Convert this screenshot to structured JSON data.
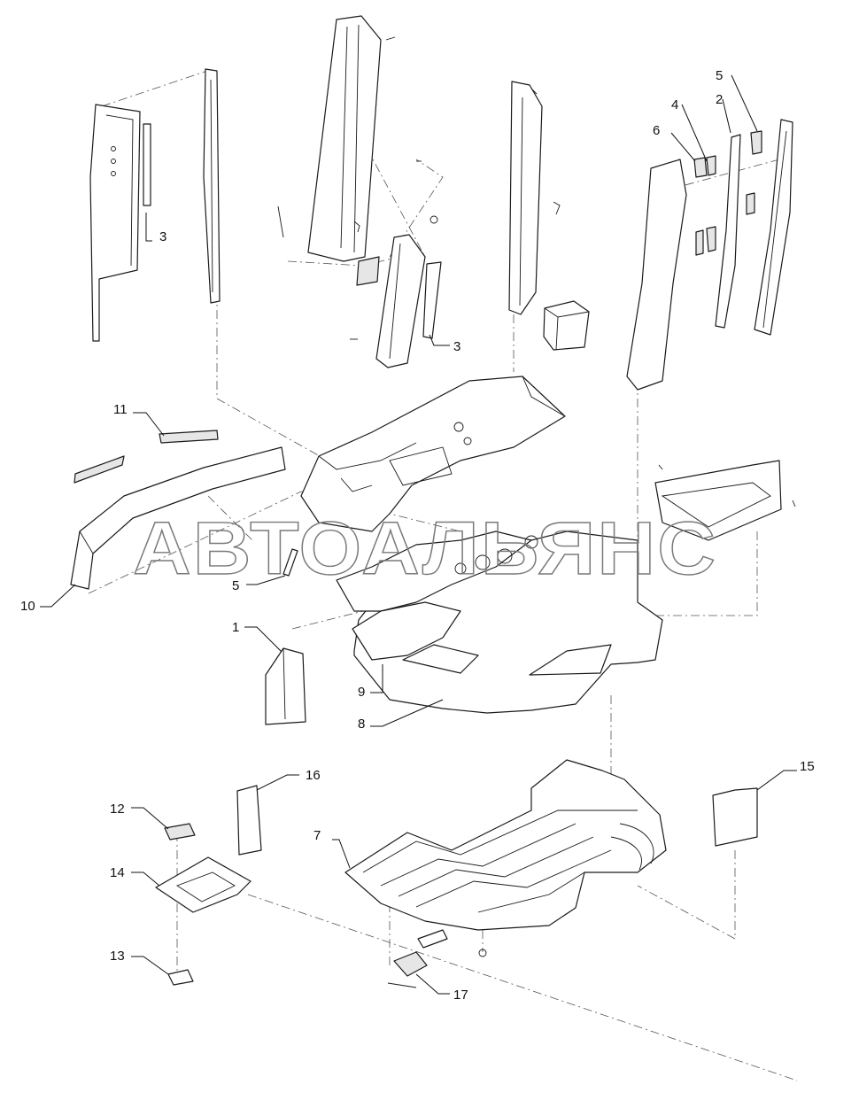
{
  "watermark": "АВТОАЛЬЯНС",
  "callouts": {
    "c1": "1",
    "c2": "2",
    "c3a": "3",
    "c3b": "3",
    "c4": "4",
    "c5a": "5",
    "c5b": "5",
    "c6": "6",
    "c7": "7",
    "c8": "8",
    "c9": "9",
    "c10": "10",
    "c11": "11",
    "c12": "12",
    "c13": "13",
    "c14": "14",
    "c15": "15",
    "c16": "16",
    "c17": "17"
  }
}
